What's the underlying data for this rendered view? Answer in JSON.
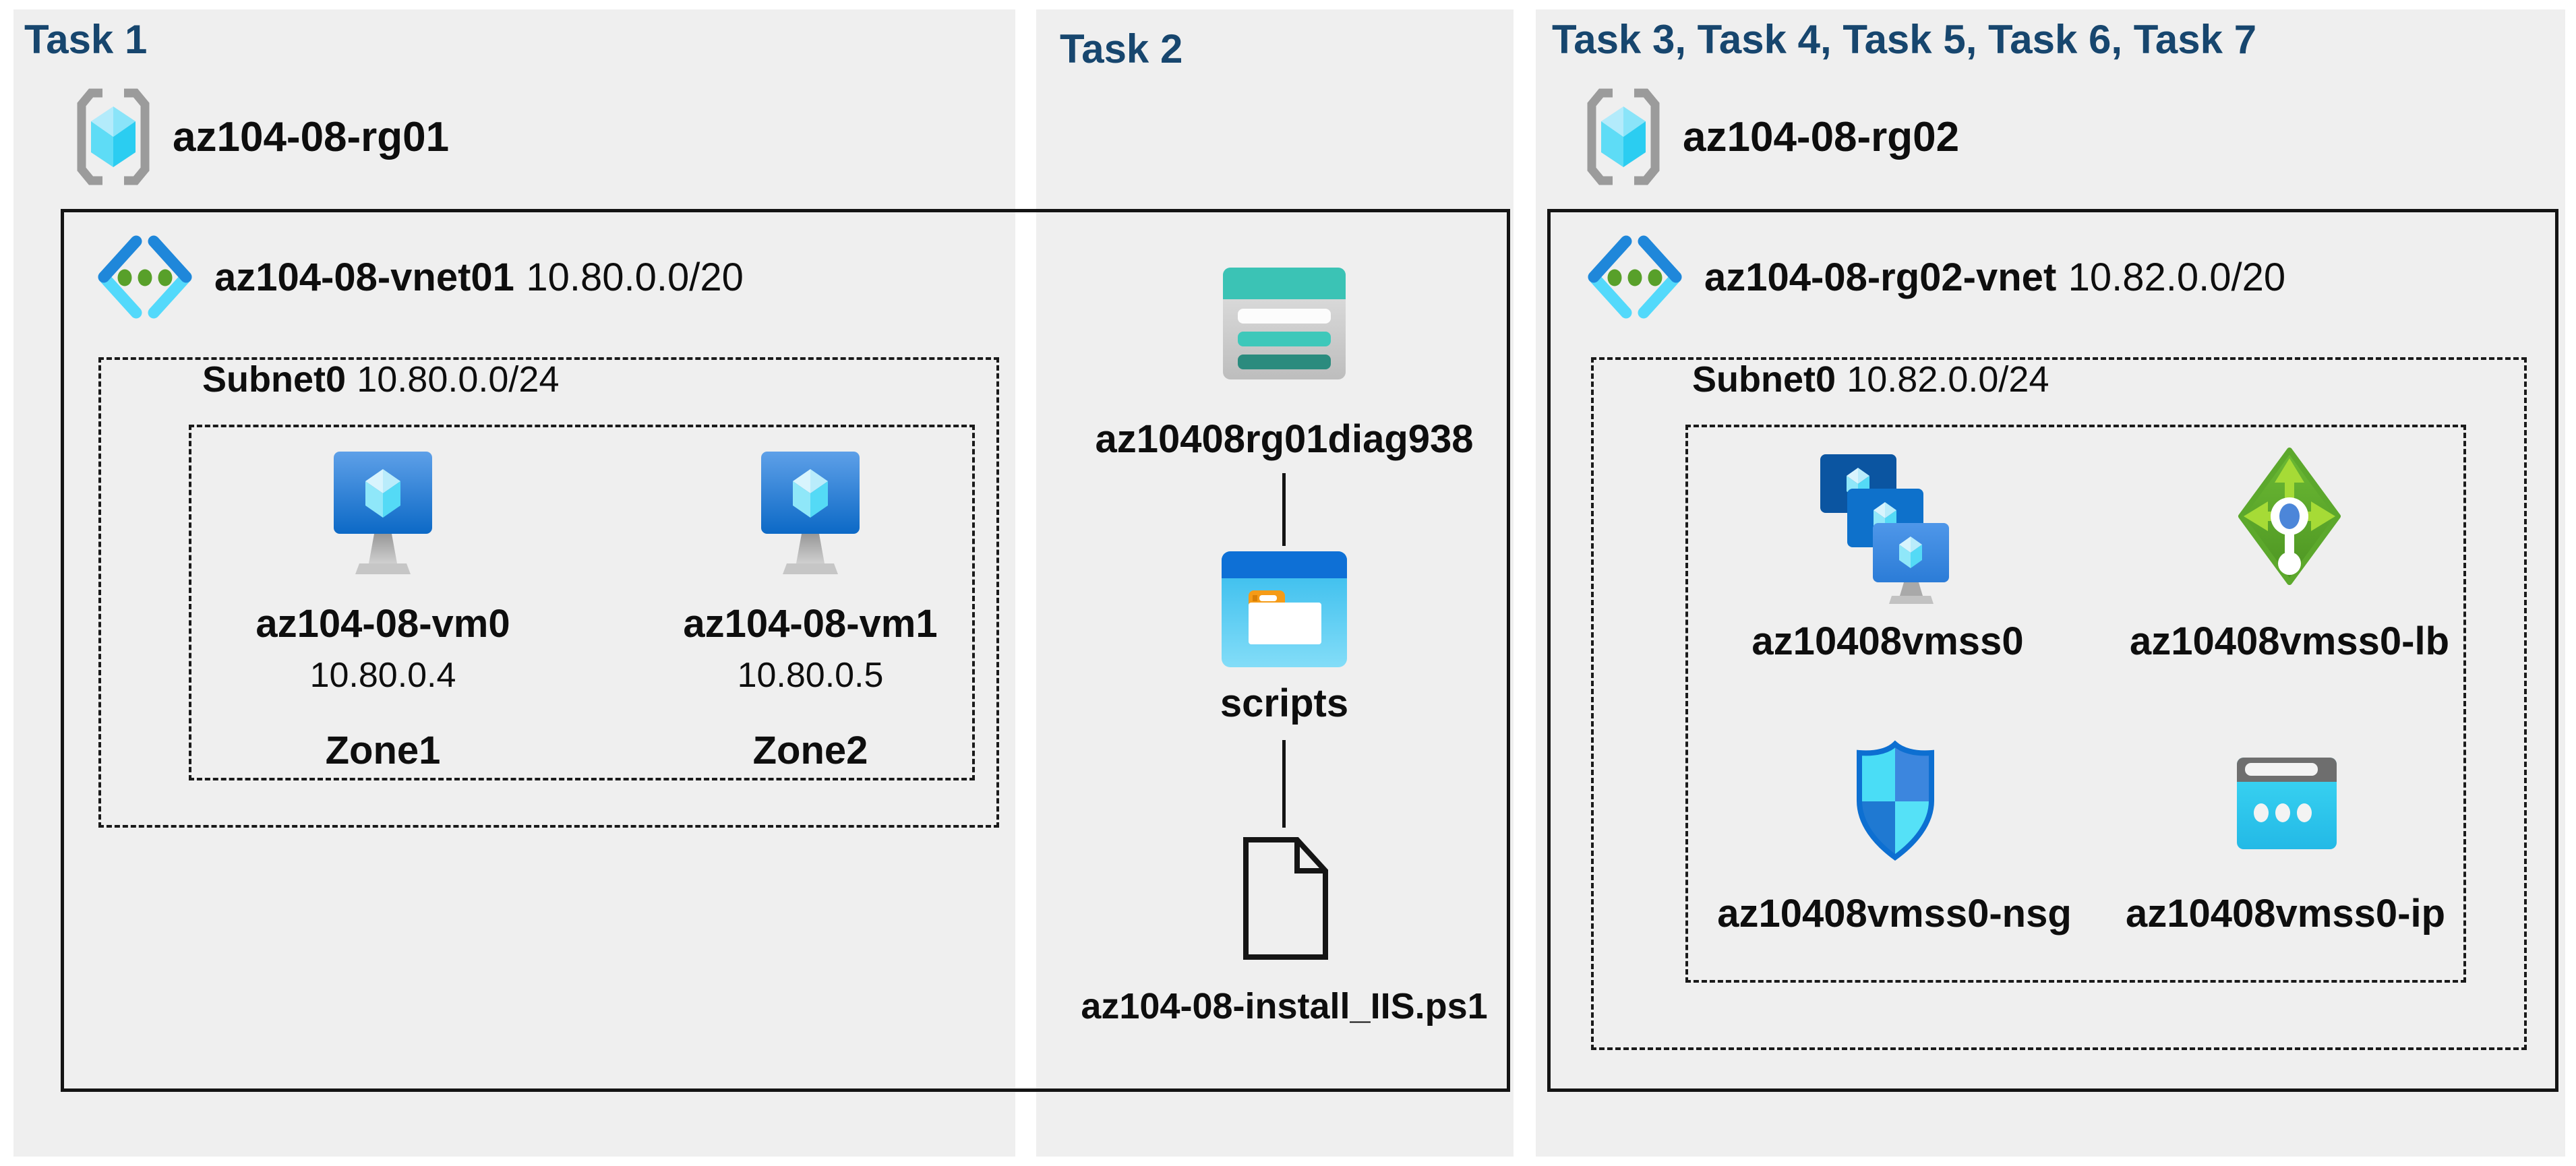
{
  "colors": {
    "title": "#17466e",
    "panel_bg": "#efefef",
    "line": "#141414",
    "vm_blue": "#0c69c6",
    "teal": "#3bc3b5",
    "lb_green": "#5fae2d",
    "cyan": "#32d1f1"
  },
  "panels": [
    {
      "title": "Task 1",
      "resource_group": {
        "name": "az104-08-rg01"
      },
      "vnet": {
        "name": "az104-08-vnet01",
        "cidr": "10.80.0.0/20"
      },
      "subnet": {
        "name": "Subnet0",
        "cidr": "10.80.0.0/24"
      },
      "vms": [
        {
          "name": "az104-08-vm0",
          "ip": "10.80.0.4",
          "zone": "Zone1"
        },
        {
          "name": "az104-08-vm1",
          "ip": "10.80.0.5",
          "zone": "Zone2"
        }
      ]
    },
    {
      "title": "Task 2",
      "storage_account": {
        "name": "az10408rg01diag938"
      },
      "container": {
        "name": "scripts"
      },
      "script_file": {
        "name": "az104-08-install_IIS.ps1"
      }
    },
    {
      "title": "Task 3, Task 4, Task 5, Task 6, Task 7",
      "resource_group": {
        "name": "az104-08-rg02"
      },
      "vnet": {
        "name": "az104-08-rg02-vnet",
        "cidr": "10.82.0.0/20"
      },
      "subnet": {
        "name": "Subnet0",
        "cidr": "10.82.0.0/24"
      },
      "resources": [
        {
          "name": "az10408vmss0",
          "type": "vm-scale-set"
        },
        {
          "name": "az10408vmss0-lb",
          "type": "load-balancer"
        },
        {
          "name": "az10408vmss0-nsg",
          "type": "network-security-group"
        },
        {
          "name": "az10408vmss0-ip",
          "type": "public-ip"
        }
      ]
    }
  ]
}
